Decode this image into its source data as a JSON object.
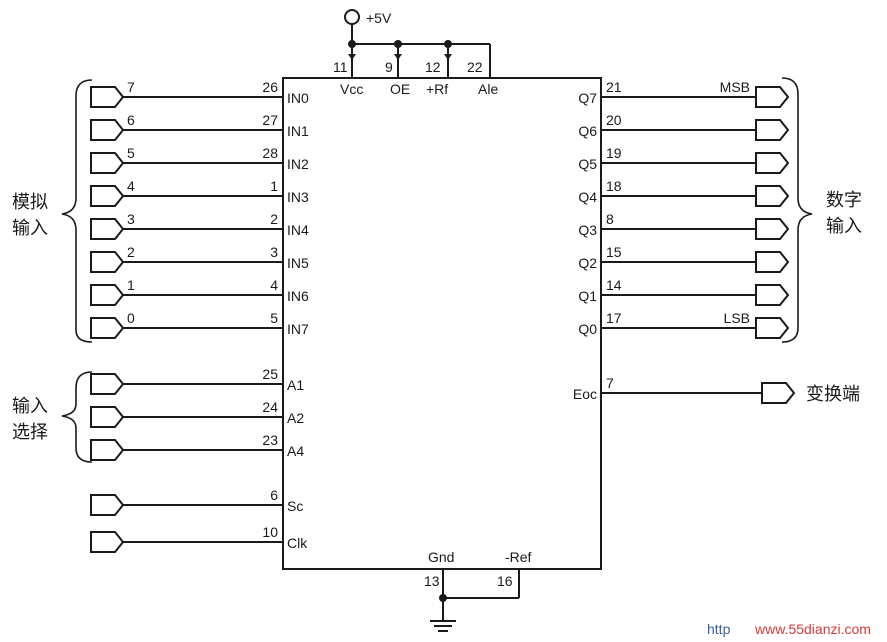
{
  "supply": "+5V",
  "top_pins": [
    {
      "num": "11",
      "name": "Vcc"
    },
    {
      "num": "9",
      "name": "OE"
    },
    {
      "num": "12",
      "name": "+Rf"
    },
    {
      "num": "22",
      "name": "Ale"
    }
  ],
  "analog_inputs": [
    {
      "channel": "7",
      "num": "26",
      "name": "IN0"
    },
    {
      "channel": "6",
      "num": "27",
      "name": "IN1"
    },
    {
      "channel": "5",
      "num": "28",
      "name": "IN2"
    },
    {
      "channel": "4",
      "num": "1",
      "name": "IN3"
    },
    {
      "channel": "3",
      "num": "2",
      "name": "IN4"
    },
    {
      "channel": "2",
      "num": "3",
      "name": "IN5"
    },
    {
      "channel": "1",
      "num": "4",
      "name": "IN6"
    },
    {
      "channel": "0",
      "num": "5",
      "name": "IN7"
    }
  ],
  "address_pins": [
    {
      "num": "25",
      "name": "A1"
    },
    {
      "num": "24",
      "name": "A2"
    },
    {
      "num": "23",
      "name": "A4"
    }
  ],
  "control_pins": [
    {
      "num": "6",
      "name": "Sc"
    },
    {
      "num": "10",
      "name": "Clk"
    }
  ],
  "outputs": [
    {
      "num": "21",
      "name": "Q7",
      "tag": "MSB"
    },
    {
      "num": "20",
      "name": "Q6",
      "tag": ""
    },
    {
      "num": "19",
      "name": "Q5",
      "tag": ""
    },
    {
      "num": "18",
      "name": "Q4",
      "tag": ""
    },
    {
      "num": "8",
      "name": "Q3",
      "tag": ""
    },
    {
      "num": "15",
      "name": "Q2",
      "tag": ""
    },
    {
      "num": "14",
      "name": "Q1",
      "tag": ""
    },
    {
      "num": "17",
      "name": "Q0",
      "tag": "LSB"
    }
  ],
  "eoc": {
    "num": "7",
    "name": "Eoc"
  },
  "bottom_pins": [
    {
      "num": "13",
      "name": "Gnd"
    },
    {
      "num": "16",
      "name": "-Ref"
    }
  ],
  "labels": {
    "analog_input_line1": "模拟",
    "analog_input_line2": "输入",
    "digital_output_line1": "数字",
    "digital_output_line2": "输入",
    "input_select_line1": "输入",
    "input_select_line2": "选择",
    "conversion_end": "变换端"
  },
  "watermark": {
    "prefix": "http",
    "suffix": "www.55dianzi.com"
  }
}
